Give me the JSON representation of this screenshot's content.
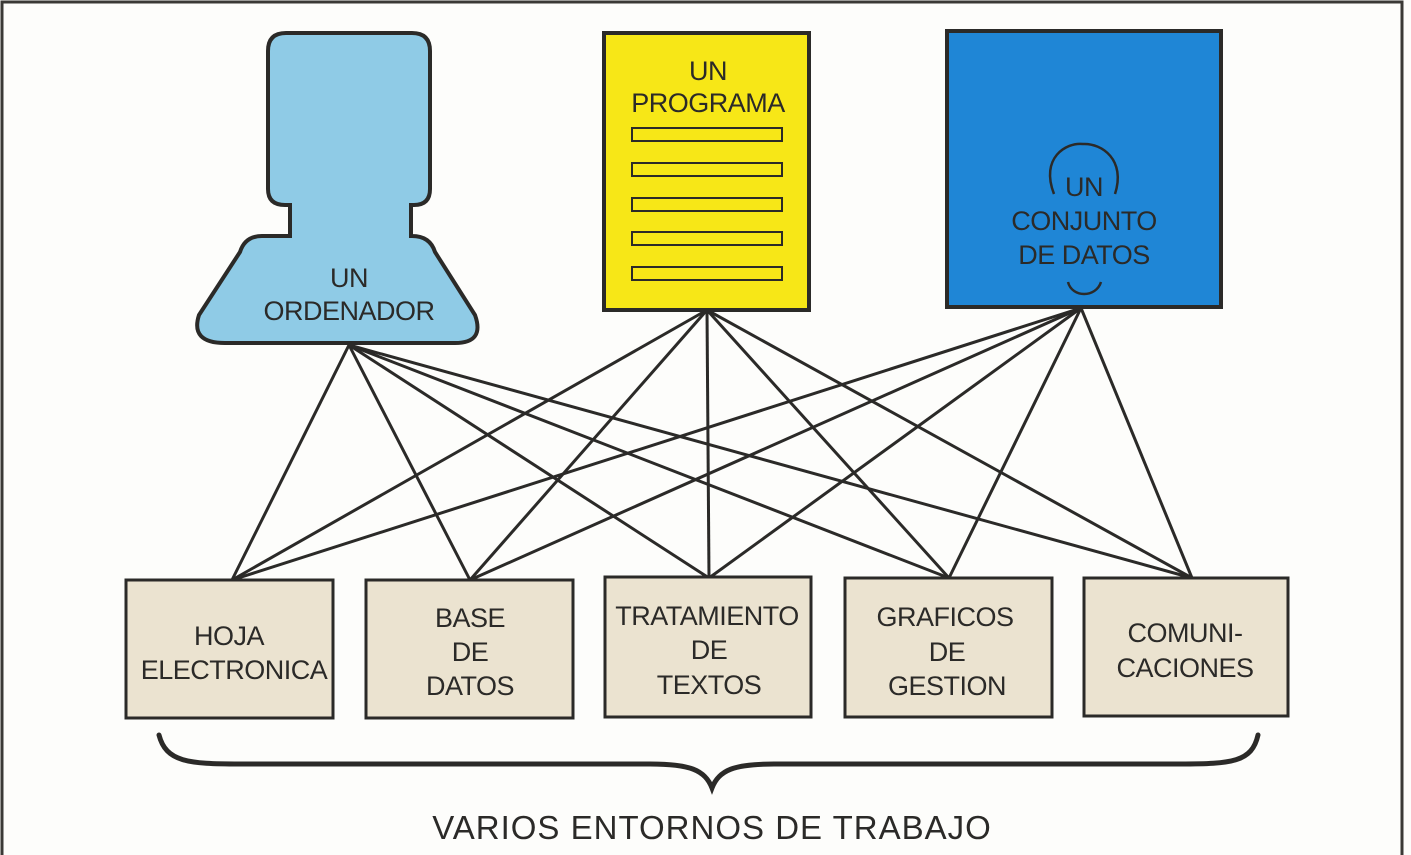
{
  "colors": {
    "ordenador": "#8fcbe6",
    "programa": "#f7e717",
    "datos": "#1f86d6",
    "environment_box": "#ebe3d0",
    "line": "#2b2a28",
    "frame": "#3a3936",
    "background": "#fdfdfb"
  },
  "top_nodes": {
    "ordenador": {
      "label_lines": [
        "UN",
        "ORDENADOR"
      ],
      "icon": "computer-terminal-icon"
    },
    "programa": {
      "label_lines": [
        "UN",
        "PROGRAMA"
      ],
      "icon": "document-listing-icon"
    },
    "datos": {
      "label_lines": [
        "UN",
        "CONJUNTO",
        "DE DATOS"
      ],
      "icon": "data-set-icon"
    }
  },
  "environments": [
    {
      "label_lines": [
        "HOJA",
        "ELECTRONICA"
      ]
    },
    {
      "label_lines": [
        "BASE",
        "DE",
        "DATOS"
      ]
    },
    {
      "label_lines": [
        "TRATAMIENTO",
        "DE",
        "TEXTOS"
      ]
    },
    {
      "label_lines": [
        "GRAFICOS",
        "DE",
        "GESTION"
      ]
    },
    {
      "label_lines": [
        "COMUNI-",
        "CACIONES"
      ]
    }
  ],
  "caption": "VARIOS ENTORNOS DE TRABAJO"
}
